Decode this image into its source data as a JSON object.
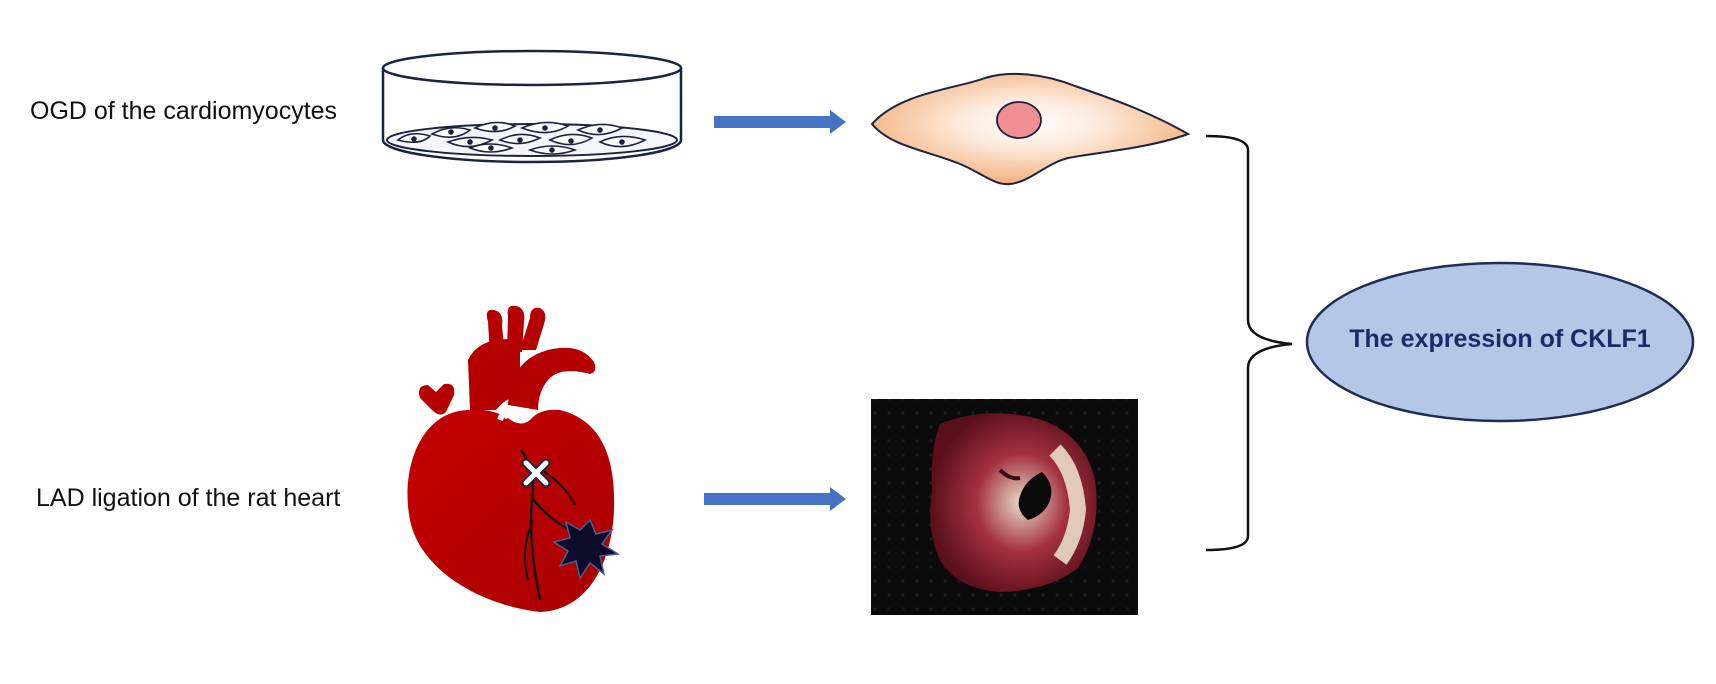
{
  "labels": {
    "top": "OGD of the cardiomyocytes",
    "bottom": "LAD ligation of the rat heart"
  },
  "result": {
    "text": "The expression of CKLF1"
  },
  "colors": {
    "arrow": "#4472c4",
    "ellipse_fill": "#b4c7e7",
    "ellipse_stroke": "#1f2d52",
    "heart": "#b50000",
    "cell_edge": "#f0a060",
    "nucleus": "#f08f93",
    "result_text": "#1a2b66"
  }
}
